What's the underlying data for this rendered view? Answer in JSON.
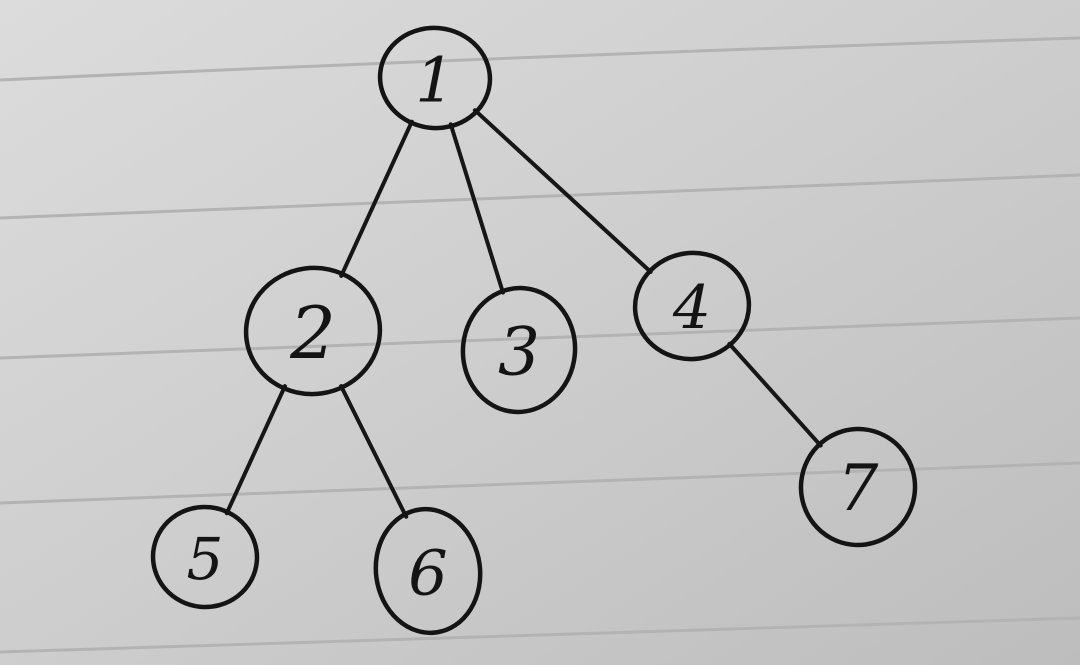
{
  "tree": {
    "nodes": [
      {
        "id": "1",
        "label": "1"
      },
      {
        "id": "2",
        "label": "2"
      },
      {
        "id": "3",
        "label": "3"
      },
      {
        "id": "4",
        "label": "4"
      },
      {
        "id": "5",
        "label": "5"
      },
      {
        "id": "6",
        "label": "6"
      },
      {
        "id": "7",
        "label": "7"
      }
    ],
    "edges": [
      {
        "from": "1",
        "to": "2"
      },
      {
        "from": "1",
        "to": "3"
      },
      {
        "from": "1",
        "to": "4"
      },
      {
        "from": "2",
        "to": "5"
      },
      {
        "from": "2",
        "to": "6"
      },
      {
        "from": "4",
        "to": "7"
      }
    ]
  },
  "colors": {
    "paper": "#c9c9c9",
    "ink": "#141414",
    "rule": "#b3b3b3"
  }
}
